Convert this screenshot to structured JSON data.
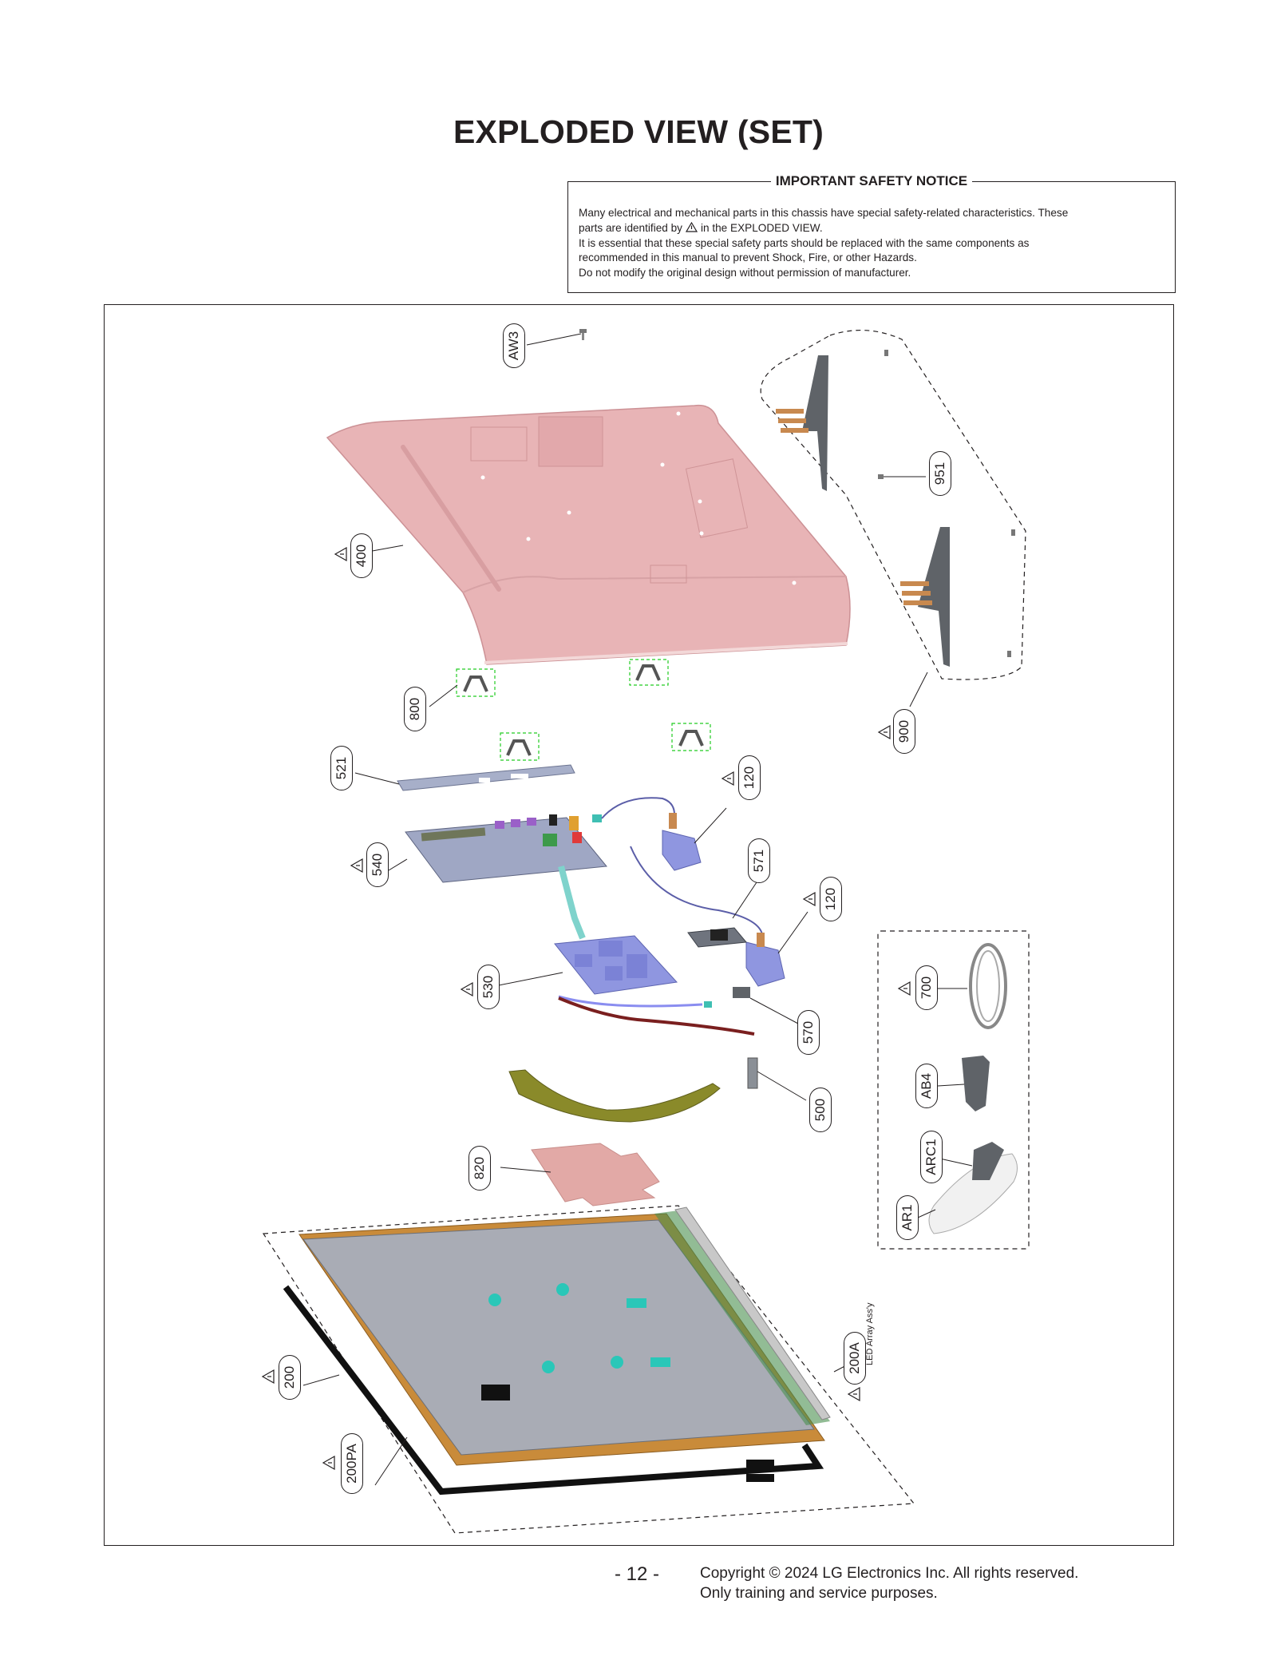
{
  "page": {
    "title": "EXPLODED VIEW (SET)",
    "page_number": "- 12 -",
    "copyright_line1": "Copyright © 2024 LG Electronics Inc. All rights reserved.",
    "copyright_line2": "Only training and service purposes."
  },
  "safety_notice": {
    "heading": "IMPORTANT SAFETY NOTICE",
    "line1": "Many electrical and mechanical parts in this chassis have special safety-related characteristics. These",
    "line2a": "parts are identified by",
    "line2b": "in the EXPLODED VIEW.",
    "line3": "It is essential that these special safety parts should be replaced with the same components as",
    "line4": "recommended in this manual to prevent Shock, Fire, or other Hazards.",
    "line5": "Do not modify the original design without permission of manufacturer."
  },
  "part_labels": {
    "aw3": "AW3",
    "p400": "400",
    "p951": "951",
    "p800": "800",
    "p900": "900",
    "p521": "521",
    "p120a": "120",
    "p540": "540",
    "p571": "571",
    "p120b": "120",
    "p530": "530",
    "p700": "700",
    "p570": "570",
    "ab4": "AB4",
    "p500": "500",
    "arc1": "ARC1",
    "p820": "820",
    "ar1": "AR1",
    "p200a": "200A",
    "p200": "200",
    "p200pa": "200PA",
    "led_array": "LED Array Ass'y"
  },
  "colors": {
    "back_cover": "#e8b4b6",
    "stand": "#5f6368",
    "pcb": "#9fa7c4",
    "power_board": "#8f96e0",
    "ribbon_cable": "#7fd3cc",
    "ffc_cable": "#8a8a2a",
    "panel_frame": "#c98b3a",
    "panel_back": "#a9acb5",
    "sheet_820": "#e2a9a6"
  }
}
